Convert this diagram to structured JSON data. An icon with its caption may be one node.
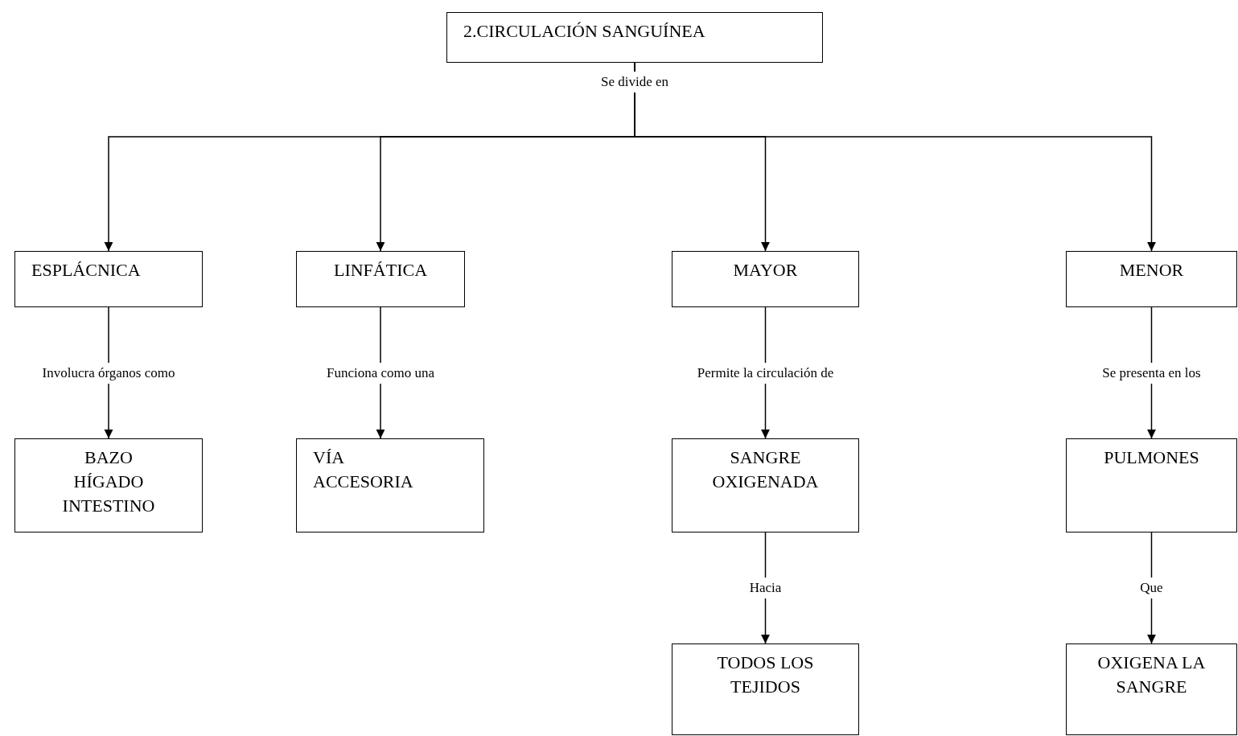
{
  "diagram": {
    "nodes": [
      {
        "text": [
          "2.CIRCULACIÓN SANGUÍNEA"
        ]
      },
      {
        "text": [
          "ESPLÁCNICA"
        ]
      },
      {
        "text": [
          "LINFÁTICA"
        ]
      },
      {
        "text": [
          "MAYOR"
        ]
      },
      {
        "text": [
          "MENOR"
        ]
      },
      {
        "text": [
          "BAZO HÍGADO INTESTINO"
        ]
      },
      {
        "text": [
          "VÍA ACCESORIA"
        ]
      },
      {
        "text": [
          "SANGRE OXIGENADA"
        ]
      },
      {
        "text": [
          "PULMONES"
        ]
      },
      {
        "text": [
          "TODOS LOS TEJIDOS"
        ]
      },
      {
        "text": [
          "OXIGENA LA SANGRE"
        ]
      }
    ],
    "edges": [
      {
        "from": 0,
        "to": 1,
        "arrow": "to",
        "label": "Se divide en"
      },
      {
        "from": 0,
        "to": 2,
        "arrow": "to"
      },
      {
        "from": 0,
        "to": 3,
        "arrow": "to"
      },
      {
        "from": 0,
        "to": 4,
        "arrow": "to"
      },
      {
        "from": 1,
        "to": 5,
        "arrow": "to",
        "label": "Involucra órganos como"
      },
      {
        "from": 2,
        "to": 6,
        "arrow": "to",
        "label": "Funciona como una"
      },
      {
        "from": 3,
        "to": 7,
        "arrow": "to",
        "label": "Permite la circulación de"
      },
      {
        "from": 4,
        "to": 8,
        "arrow": "to",
        "label": "Se presenta en los"
      },
      {
        "from": 7,
        "to": 9,
        "arrow": "to",
        "label": "Hacia"
      },
      {
        "from": 8,
        "to": 10,
        "arrow": "to",
        "label": "Que"
      }
    ]
  }
}
